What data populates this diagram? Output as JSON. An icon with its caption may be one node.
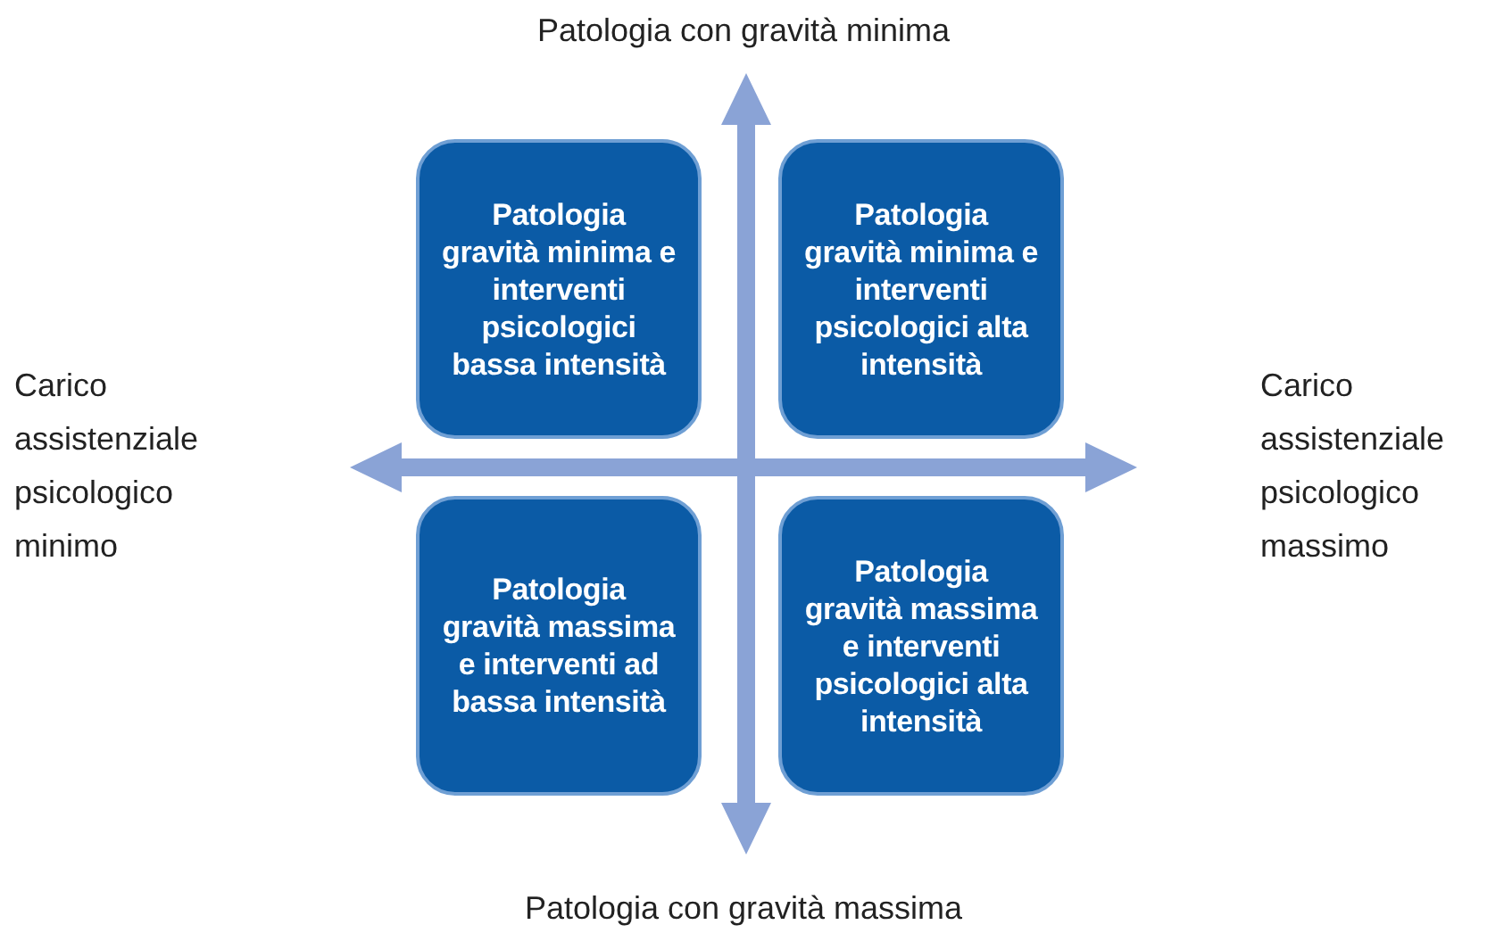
{
  "diagram": {
    "nodes": [
      {
        "text": [
          "Patologia gravità minima e interventi psicologici bassa intensità"
        ]
      },
      {
        "text": [
          "Patologia gravità minima e interventi psicologici alta intensità"
        ]
      },
      {
        "text": [
          "Patologia gravità massima e interventi ad bassa intensità"
        ]
      },
      {
        "text": [
          "Patologia gravità massima e interventi psicologici alta intensità"
        ]
      }
    ],
    "edges": [],
    "labels": [
      "Patologia con gravità minima",
      "Carico assistenziale psicologico minimo",
      "Carico assistenziale psicologico massimo",
      "Patologia con gravità massima"
    ]
  }
}
